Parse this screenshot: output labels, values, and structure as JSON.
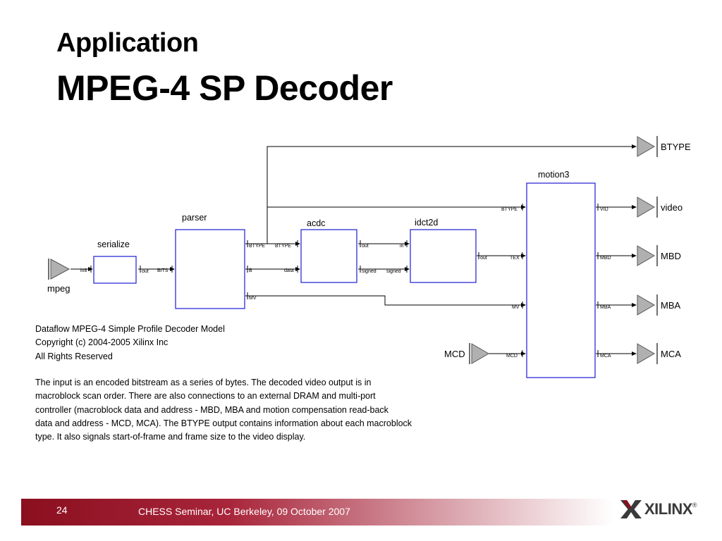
{
  "slide": {
    "title_line1": "Application",
    "title_line2": "MPEG-4 SP Decoder"
  },
  "diagram": {
    "blocks": {
      "serialize": "serialize",
      "parser": "parser",
      "acdc": "acdc",
      "idct2d": "idct2d",
      "motion3": "motion3"
    },
    "external_ports": {
      "mpeg": "mpeg",
      "mcd": "MCD",
      "btype": "BTYPE",
      "video": "video",
      "mbd": "MBD",
      "mba": "MBA",
      "mca": "MCA"
    },
    "pin_labels": {
      "serialize_in": "in8",
      "serialize_out": "out",
      "parser_in": "BITS",
      "parser_btype": "BTYPE",
      "parser_b": "B",
      "parser_mv": "MV",
      "acdc_btype": "BTYPE",
      "acdc_data": "data",
      "acdc_out": "out",
      "acdc_signed": "signed",
      "idct_in": "in",
      "idct_signed": "signed",
      "idct_out": "out",
      "motion_btype": "BTYPE",
      "motion_tex": "TEX",
      "motion_mv": "MV",
      "motion_mcd": "MCD",
      "motion_vid": "VID",
      "motion_mbd": "MBD",
      "motion_mba": "MBA",
      "motion_mca": "MCA"
    },
    "colors": {
      "block_border": "#1c1cd4",
      "wire": "#000000",
      "port_fill": "#b0b0b0"
    }
  },
  "description": {
    "header_lines": [
      "Dataflow MPEG-4 Simple Profile Decoder Model",
      "Copyright (c) 2004-2005 Xilinx Inc",
      "All Rights Reserved"
    ],
    "body_lines": [
      "The input is an encoded bitstream as a series of bytes. The decoded video output is in",
      "macroblock scan order. There are also connections to an external DRAM and multi-port",
      "controller (macroblock data and address - MBD, MBA and motion compensation read-back",
      "data and address - MCD, MCA). The BTYPE output contains information about each macroblock",
      "type. It also signals start-of-frame and frame size to the video display."
    ]
  },
  "footer": {
    "page_number": "24",
    "text": "CHESS Seminar, UC Berkeley, 09 October 2007",
    "logo_text": "XILINX",
    "logo_mark": "®"
  },
  "theme": {
    "footer_red": "#8a0f1f",
    "logo_gray": "#3a3a3a"
  }
}
